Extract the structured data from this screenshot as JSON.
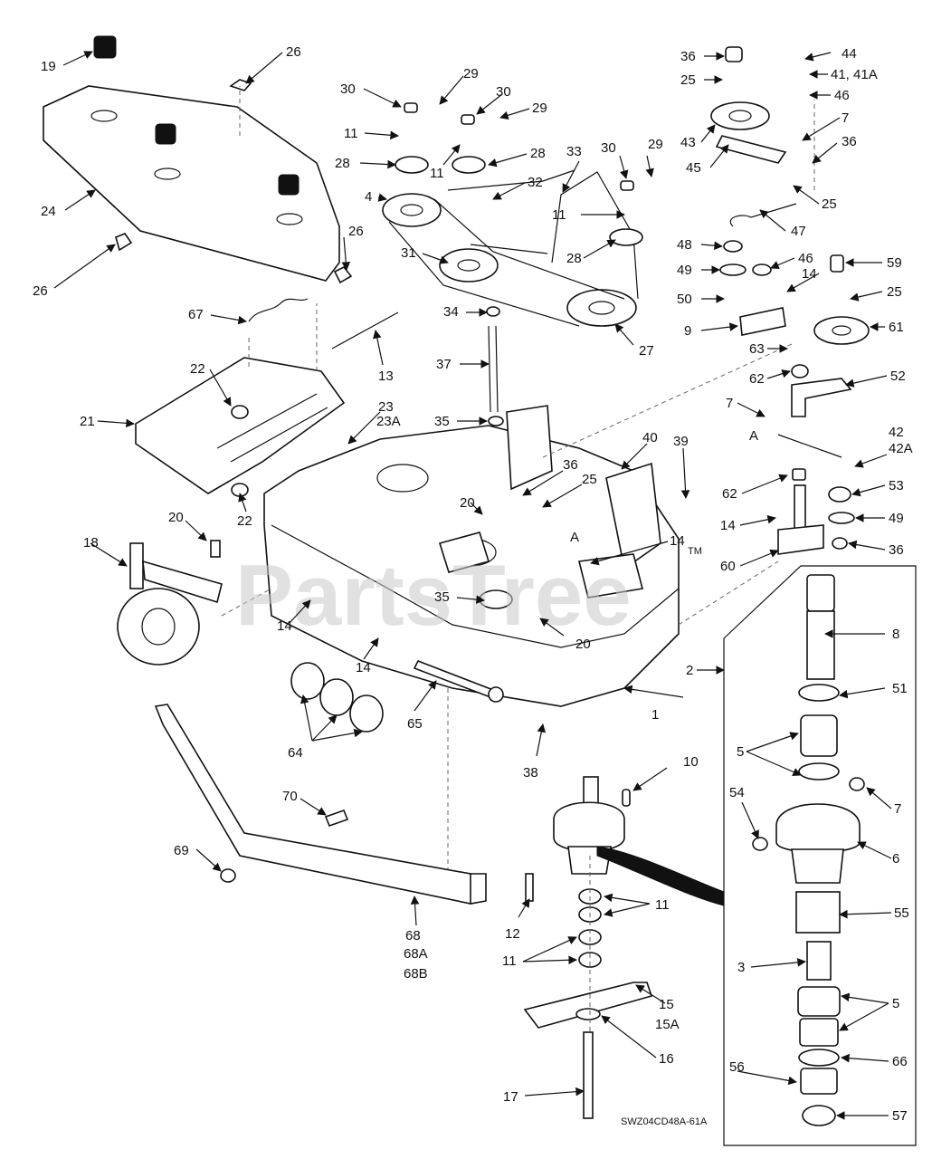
{
  "watermark": "PartsTree",
  "trademark": "TM",
  "drawing_code": "SWZ04CD48A-61A",
  "section_marker": "A",
  "callouts": {
    "c1": "1",
    "c2": "2",
    "c3": "3",
    "c4": "4",
    "c5a": "5",
    "c5b": "5",
    "c6": "6",
    "c7a": "7",
    "c7b": "7",
    "c7c": "7",
    "c8": "8",
    "c9": "9",
    "c10": "10",
    "c11a": "11",
    "c11b": "11",
    "c11c": "11",
    "c11d": "11",
    "c11e": "11",
    "c12": "12",
    "c13": "13",
    "c14a": "14",
    "c14b": "14",
    "c14c": "14",
    "c14d": "14",
    "c14e": "14",
    "c15": "15",
    "c15a": "15A",
    "c16": "16",
    "c17": "17",
    "c18": "18",
    "c19": "19",
    "c20a": "20",
    "c20b": "20",
    "c20c": "20",
    "c21": "21",
    "c22a": "22",
    "c22b": "22",
    "c23": "23",
    "c23a": "23A",
    "c24": "24",
    "c25a": "25",
    "c25b": "25",
    "c25c": "25",
    "c25d": "25",
    "c26a": "26",
    "c26b": "26",
    "c26c": "26",
    "c27": "27",
    "c28a": "28",
    "c28b": "28",
    "c28c": "28",
    "c29a": "29",
    "c29b": "29",
    "c29c": "29",
    "c30a": "30",
    "c30b": "30",
    "c30c": "30",
    "c31": "31",
    "c32": "32",
    "c33": "33",
    "c34": "34",
    "c35a": "35",
    "c35b": "35",
    "c36a": "36",
    "c36b": "36",
    "c36c": "36",
    "c36d": "36",
    "c37": "37",
    "c38": "38",
    "c39": "39",
    "c40": "40",
    "c41": "41, 41A",
    "c42": "42",
    "c42a": "42A",
    "c43": "43",
    "c44": "44",
    "c45": "45",
    "c46a": "46",
    "c46b": "46",
    "c47": "47",
    "c48": "48",
    "c49a": "49",
    "c49b": "49",
    "c50": "50",
    "c51": "51",
    "c52": "52",
    "c53": "53",
    "c54": "54",
    "c55": "55",
    "c56": "56",
    "c57": "57",
    "c59": "59",
    "c60": "60",
    "c61": "61",
    "c62a": "62",
    "c62b": "62",
    "c63": "63",
    "c64": "64",
    "c65": "65",
    "c66": "66",
    "c67": "67",
    "c68": "68",
    "c68a": "68A",
    "c68b": "68B",
    "c69": "69",
    "c70": "70"
  }
}
